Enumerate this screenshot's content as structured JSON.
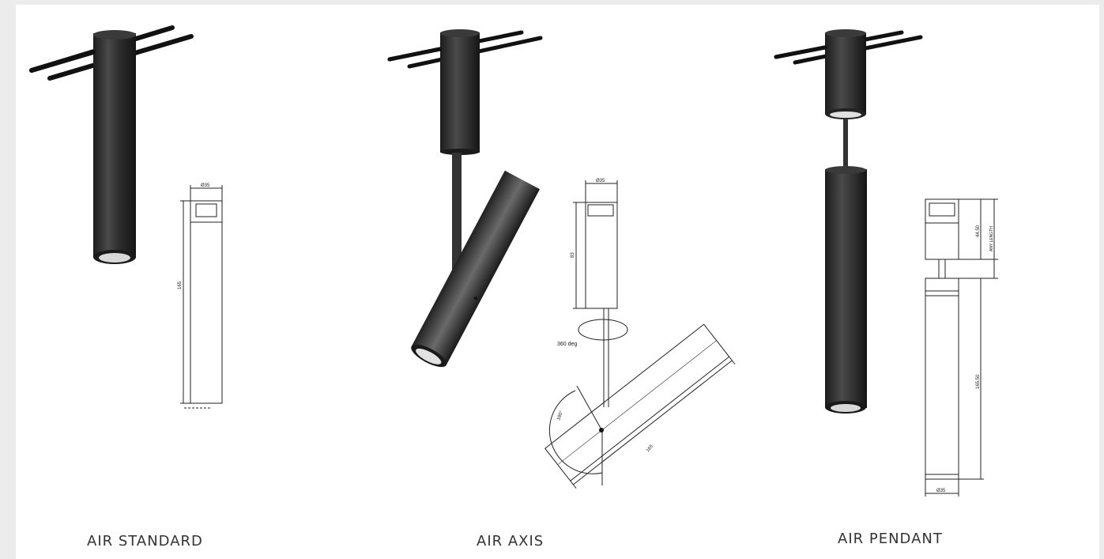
{
  "products": [
    {
      "name": "AIR STANDARD",
      "dims": {
        "diameter": "Ø35",
        "height": "165"
      }
    },
    {
      "name": "AIR AXIS",
      "dims": {
        "diameter": "Ø35",
        "height": "83",
        "rotation": "360 deg",
        "tilt": "180°",
        "length": "165"
      }
    },
    {
      "name": "AIR PENDANT",
      "dims": {
        "diameter": "Ø35",
        "top_height": "44.50",
        "cable": "ANY LENGTH",
        "body_height": "165.50",
        "bottom_diameter": "Ø35"
      }
    }
  ],
  "colors": {
    "background": "#ececec",
    "panel": "#ffffff",
    "lamp_body": "#2d2d2d",
    "caption": "#333333"
  }
}
